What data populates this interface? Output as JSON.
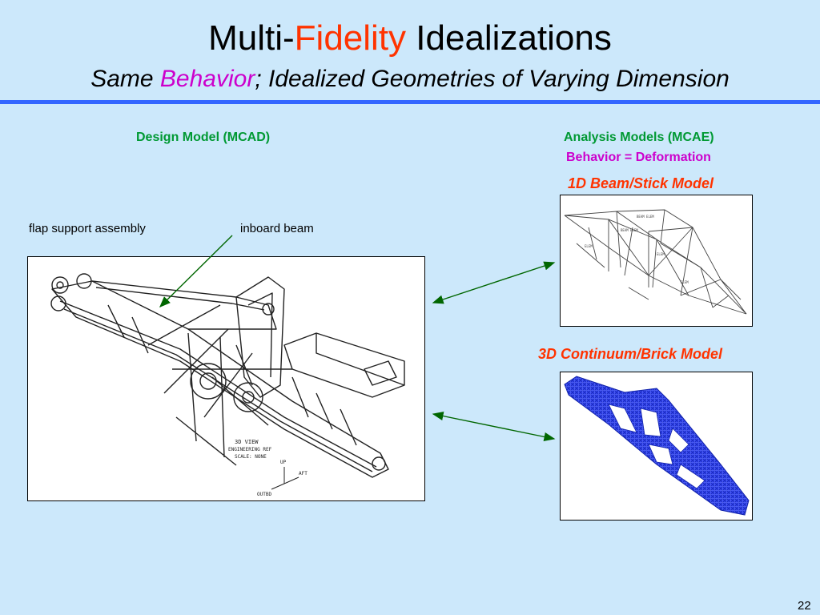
{
  "slide": {
    "title_prefix": "Multi-",
    "title_accent": "Fidelity",
    "title_suffix": " Idealizations",
    "subtitle_prefix": "Same ",
    "subtitle_accent": "Behavior",
    "subtitle_suffix": "; Idealized Geometries of Varying Dimension",
    "page_number": "22"
  },
  "left": {
    "heading": "Design Model (MCAD)",
    "label_assembly": "flap support assembly",
    "label_beam": "inboard beam",
    "drawing_note_1": "3D VIEW",
    "drawing_note_2": "ENGINEERING REF",
    "drawing_note_3": "SCALE: NONE",
    "axis_up": "UP",
    "axis_aft": "AFT",
    "axis_outbd": "OUTBD"
  },
  "right": {
    "heading": "Analysis Models (MCAE)",
    "behavior": "Behavior = Deformation",
    "beam_model_label": "1D Beam/Stick Model",
    "brick_model_label": "3D Continuum/Brick Model"
  },
  "colors": {
    "background": "#cce8fb",
    "rule": "#3366ff",
    "accent_red": "#ff3300",
    "accent_magenta": "#cc00cc",
    "heading_green": "#009933",
    "mesh_blue": "#2233dd",
    "arrow_green": "#006600"
  }
}
